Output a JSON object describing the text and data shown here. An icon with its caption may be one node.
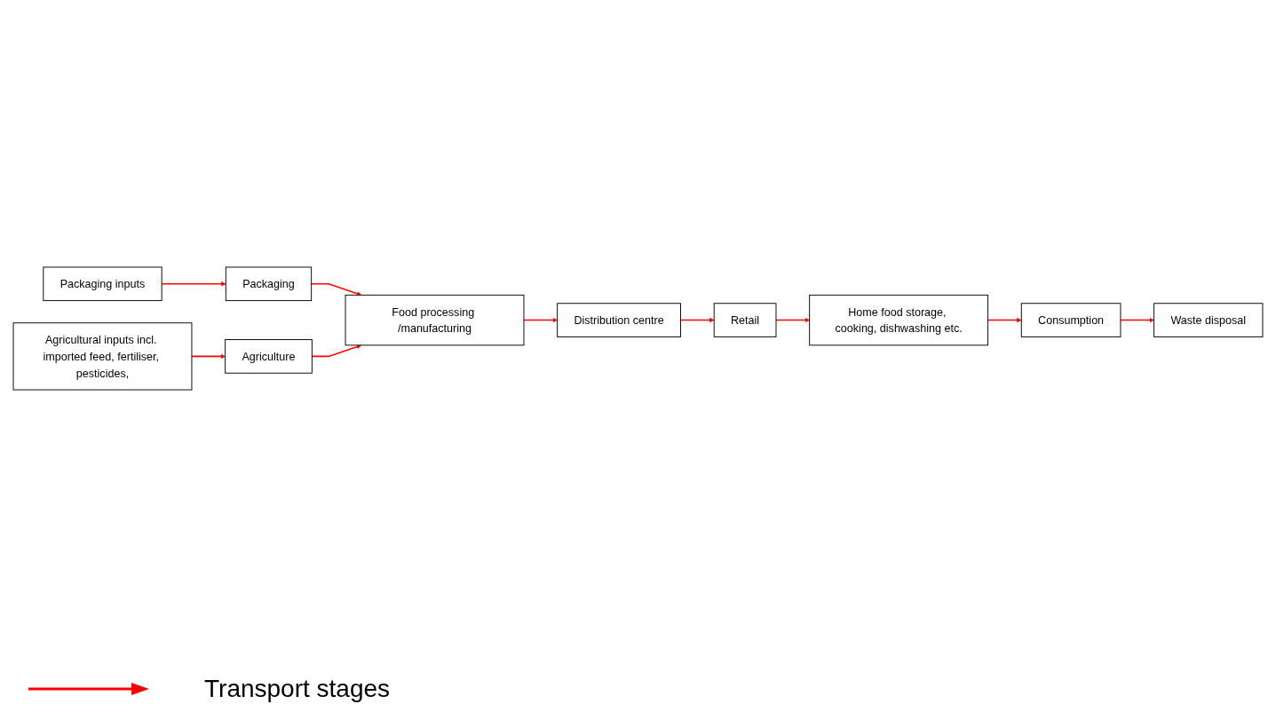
{
  "diagram": {
    "nodes": [
      {
        "text": [
          "Agricultural inputs incl. imported feed, fertiliser, pesticides,"
        ]
      },
      {
        "text": [
          "Packaging inputs"
        ]
      },
      {
        "text": [
          "Packaging"
        ]
      },
      {
        "text": [
          "Waste disposal"
        ]
      },
      {
        "text": [
          "Agriculture"
        ]
      },
      {
        "text": [
          "Food processing /manufacturing"
        ]
      },
      {
        "text": [
          "Consumption"
        ]
      },
      {
        "text": [
          "Distribution centre"
        ]
      },
      {
        "text": [
          "Retail"
        ]
      },
      {
        "text": [
          "Home food storage, cooking, dishwashing etc."
        ]
      }
    ],
    "edges": [
      {
        "from": 0,
        "to": 4,
        "arrow": "to"
      },
      {
        "from": 1,
        "to": 2,
        "arrow": "to"
      },
      {
        "from": 2,
        "to": 5,
        "arrow": "to"
      },
      {
        "from": 4,
        "to": 5,
        "arrow": "to"
      },
      {
        "from": 5,
        "to": 7,
        "arrow": "to"
      },
      {
        "from": 7,
        "to": 8,
        "arrow": "to"
      },
      {
        "from": 8,
        "to": 9,
        "arrow": "to"
      },
      {
        "from": 9,
        "to": 6,
        "arrow": "to"
      },
      {
        "from": 6,
        "to": 3,
        "arrow": "to"
      }
    ],
    "legend": [
      {
        "text": "Transport stages"
      }
    ]
  }
}
